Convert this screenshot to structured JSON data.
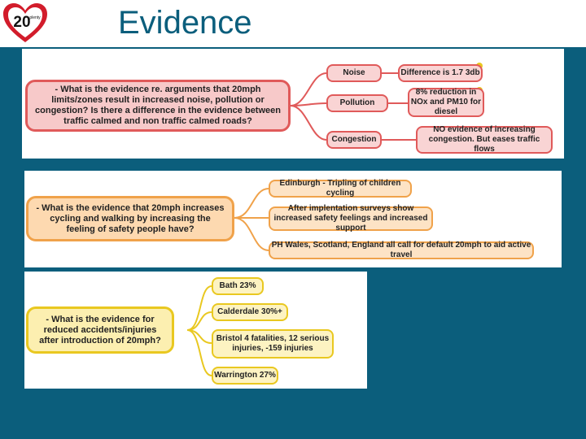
{
  "slide": {
    "title": "Evidence",
    "logo_text": "20",
    "logo_small": "plenty"
  },
  "panel1": {
    "question": "- What is the evidence re. arguments that 20mph limits/zones result in increased noise, pollution or congestion? Is there a difference in the evidence between traffic calmed and non traffic calmed roads?",
    "branches": [
      {
        "label": "Noise",
        "detail": "Difference is 1.7 3db"
      },
      {
        "label": "Pollution",
        "detail": "8% reduction in NOx and PM10 for diesel"
      },
      {
        "label": "Congestion",
        "detail": "NO evidence of increasing congestion. But eases traffic flows"
      }
    ]
  },
  "panel2": {
    "question": "- What is the evidence that 20mph increases cycling and walking by increasing the feeling of safety people have?",
    "items": [
      "Edinburgh - Tripling of children cycling",
      "After implentation surveys show increased safety feelings and increased support",
      "PH Wales, Scotland, England all call for default 20mph to aid active travel"
    ]
  },
  "panel3": {
    "question": "- What is the evidence for reduced accidents/injuries after introduction of 20mph?",
    "items": [
      "Bath 23%",
      "Calderdale 30%+",
      "Bristol 4 fatalities, 12 serious injuries, -159 injuries",
      "Warrington 27%"
    ]
  },
  "colors": {
    "background": "#0b5e7c",
    "panel1_accent": "#e05a5a",
    "panel2_accent": "#f0a24a",
    "panel3_accent": "#e9c820"
  }
}
